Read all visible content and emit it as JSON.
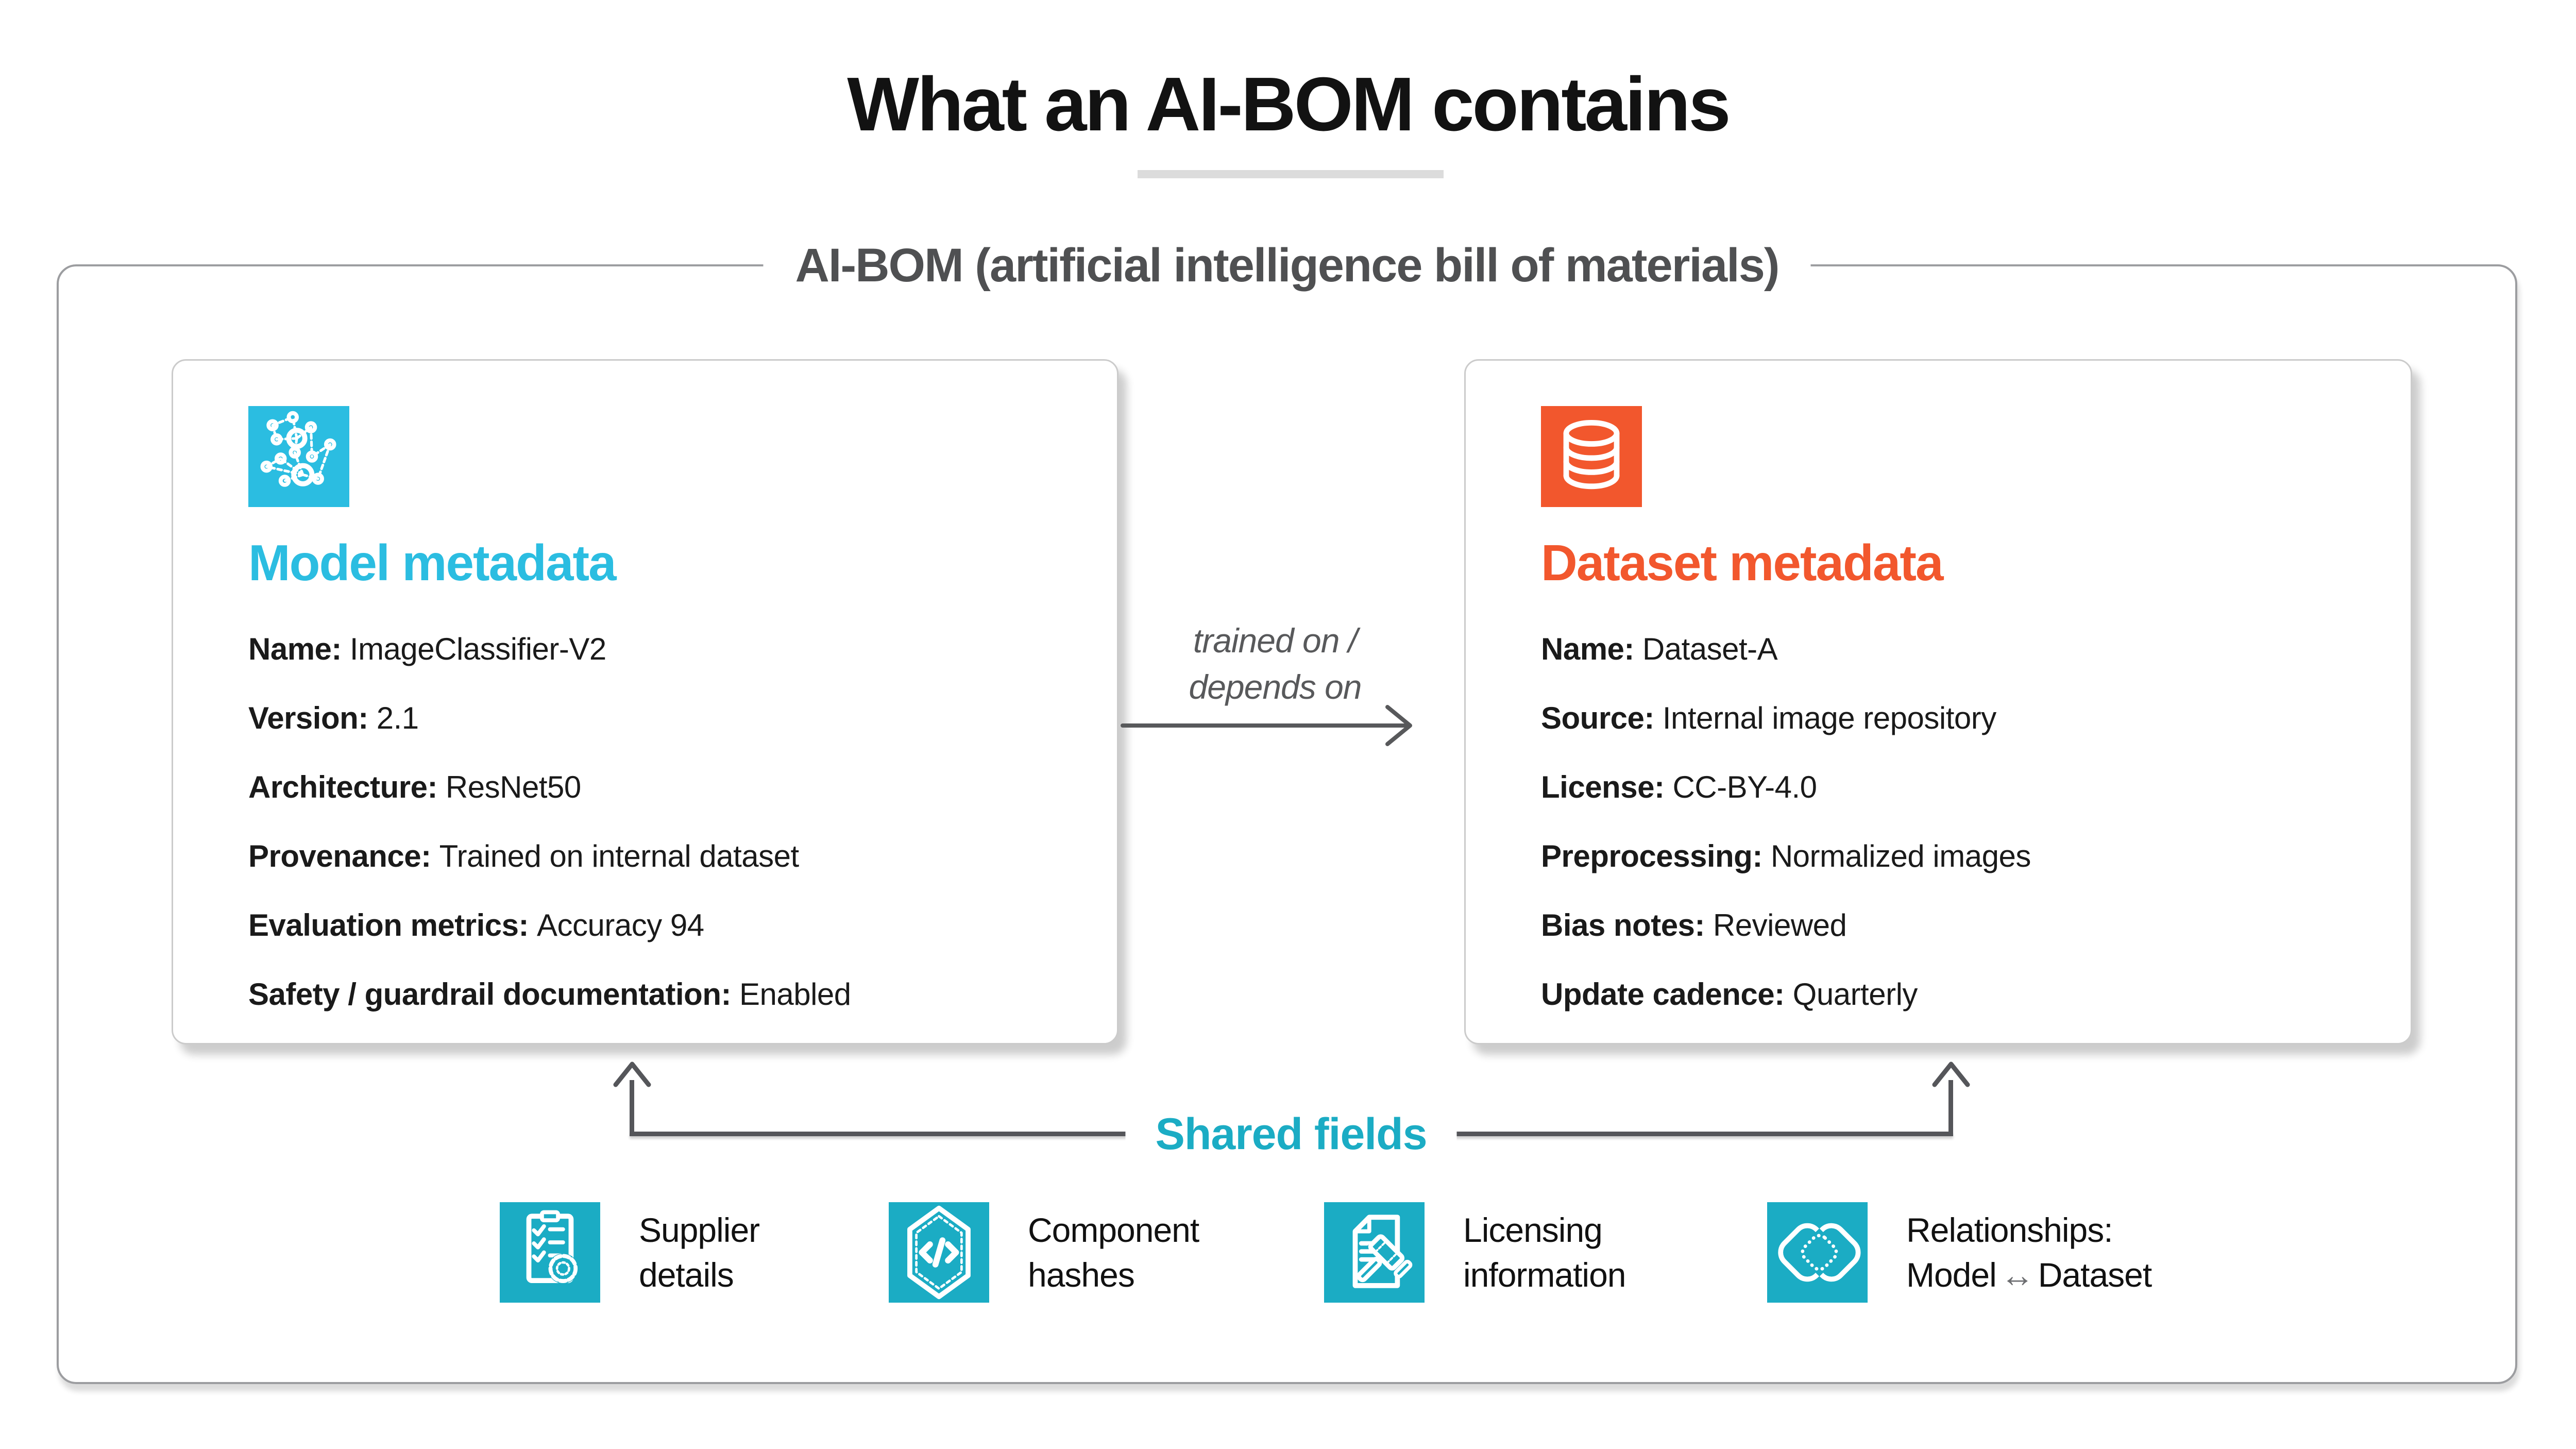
{
  "header": {
    "title": "What an AI-BOM contains"
  },
  "container": {
    "legend": "AI-BOM (artificial intelligence bill of materials)"
  },
  "model_card": {
    "icon": "neural-network-icon",
    "accent_color": "#2BBDE1",
    "title": "Model metadata",
    "fields": [
      {
        "label": "Name:",
        "value": "ImageClassifier-V2"
      },
      {
        "label": "Version:",
        "value": "2.1"
      },
      {
        "label": "Architecture:",
        "value": "ResNet50"
      },
      {
        "label": "Provenance:",
        "value": "Trained on internal dataset"
      },
      {
        "label": "Evaluation metrics:",
        "value": "Accuracy 94"
      },
      {
        "label": "Safety / guardrail documentation:",
        "value": "Enabled"
      }
    ]
  },
  "dataset_card": {
    "icon": "database-icon",
    "accent_color": "#F2572D",
    "title": "Dataset metadata",
    "fields": [
      {
        "label": "Name:",
        "value": "Dataset-A"
      },
      {
        "label": "Source:",
        "value": "Internal image repository"
      },
      {
        "label": "License:",
        "value": "CC-BY-4.0"
      },
      {
        "label": "Preprocessing:",
        "value": "Normalized images"
      },
      {
        "label": "Bias notes:",
        "value": "Reviewed"
      },
      {
        "label": "Update cadence:",
        "value": "Quarterly"
      }
    ]
  },
  "connector": {
    "label_line1": "trained on /",
    "label_line2": "depends on",
    "line_color": "#58595B"
  },
  "shared_fields": {
    "title": "Shared fields",
    "accent_color": "#1BACC4",
    "items": [
      {
        "icon": "clipboard-checklist-icon",
        "line1": "Supplier",
        "line2": "details"
      },
      {
        "icon": "hexagon-code-icon",
        "line1": "Component",
        "line2": "hashes"
      },
      {
        "icon": "document-gavel-icon",
        "line1": "Licensing",
        "line2": "information"
      },
      {
        "icon": "overlapping-diamonds-icon",
        "line1": "Relationships:",
        "line2_left": "Model",
        "line2_arrow": "↔",
        "line2_right": "Dataset"
      }
    ]
  }
}
